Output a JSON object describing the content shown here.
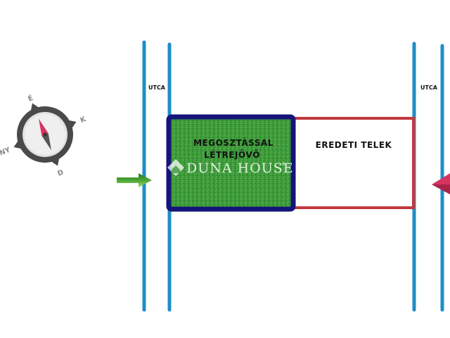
{
  "streets": {
    "left_label": "UTCA",
    "right_label": "UTCA",
    "line_color": "#1e8ec6"
  },
  "new_plot": {
    "label_line1": "MEGOSZTÁSSAL",
    "label_line2": "LÉTREJÖVŐ",
    "fill_color": "#3f9a3b",
    "border_color": "#14147a"
  },
  "original_plot": {
    "label": "EREDETI TELEK",
    "border_color": "#c0393f"
  },
  "compass": {
    "north": "É",
    "east": "K",
    "south": "D",
    "west": "NY",
    "needle_color": "#d6335f"
  },
  "watermark": {
    "text": "DUNA HOUSE",
    "registered": "®",
    "icon": "diamond-house-logo"
  },
  "markers": {
    "left_arrow_color": "#4aa635",
    "right_arrow_color": "#d6335f"
  }
}
